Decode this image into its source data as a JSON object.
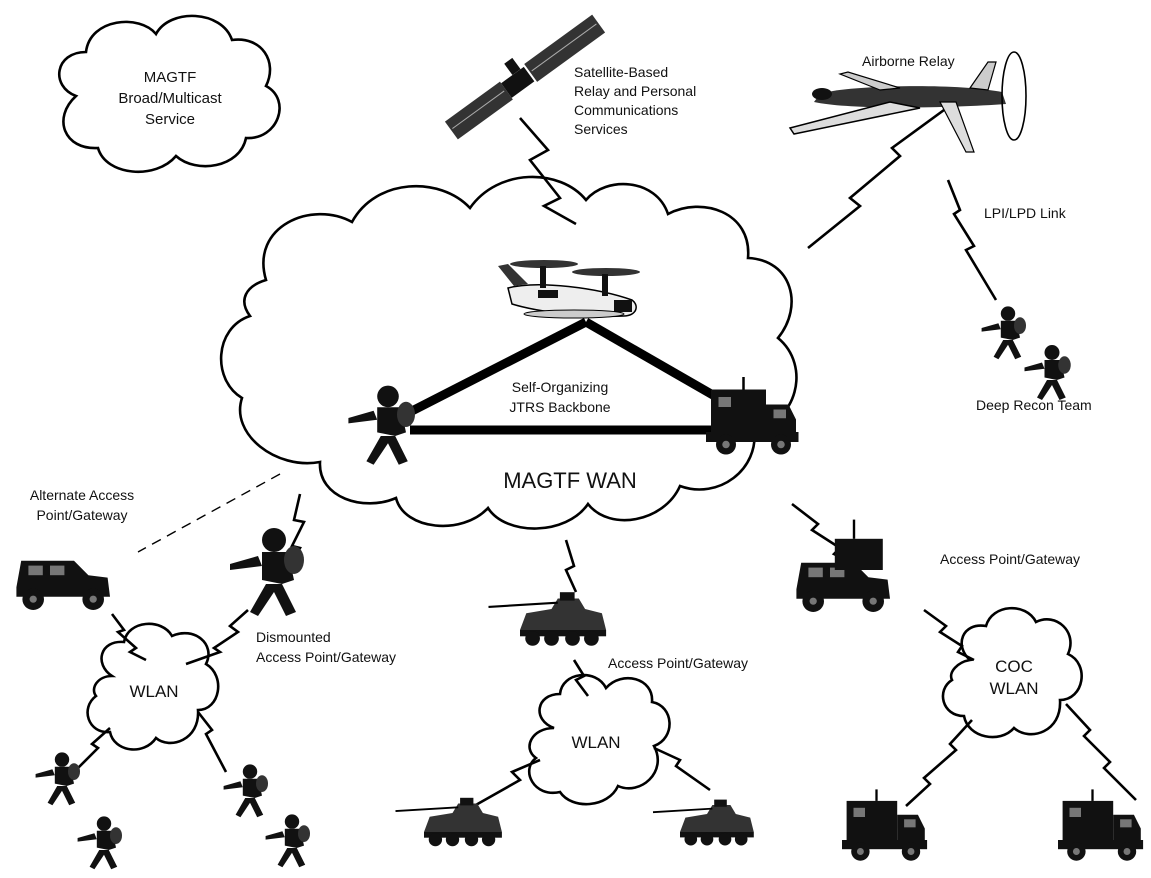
{
  "labels": {
    "magtf_broadcast": [
      "MAGTF",
      "Broad/Multicast",
      "Service"
    ],
    "satellite": [
      "Satellite-Based",
      "Relay and Personal",
      "Communications",
      "Services"
    ],
    "airborne_relay": "Airborne Relay",
    "lpi_link": "LPI/LPD Link",
    "deep_recon": "Deep Recon Team",
    "backbone": [
      "Self-Organizing",
      "JTRS  Backbone"
    ],
    "magtf_wan": "MAGTF WAN",
    "alternate_access": [
      "Alternate Access",
      "Point/Gateway"
    ],
    "dismounted_access": [
      "Dismounted",
      "Access Point/Gateway"
    ],
    "access_center": "Access Point/Gateway",
    "access_right": "Access Point/Gateway",
    "wlan_left": "WLAN",
    "wlan_center": "WLAN",
    "coc_wlan": [
      "COC",
      "WLAN"
    ]
  },
  "icons": {
    "satellite": "satellite-icon",
    "uav": "uav-icon",
    "tiltrotor": "tiltrotor-aircraft-icon",
    "soldier": "soldier-icon",
    "truck": "shelter-truck-icon",
    "humvee": "humvee-icon",
    "lav": "armored-vehicle-icon"
  },
  "colors": {
    "line": "#000000",
    "background": "#ffffff"
  }
}
